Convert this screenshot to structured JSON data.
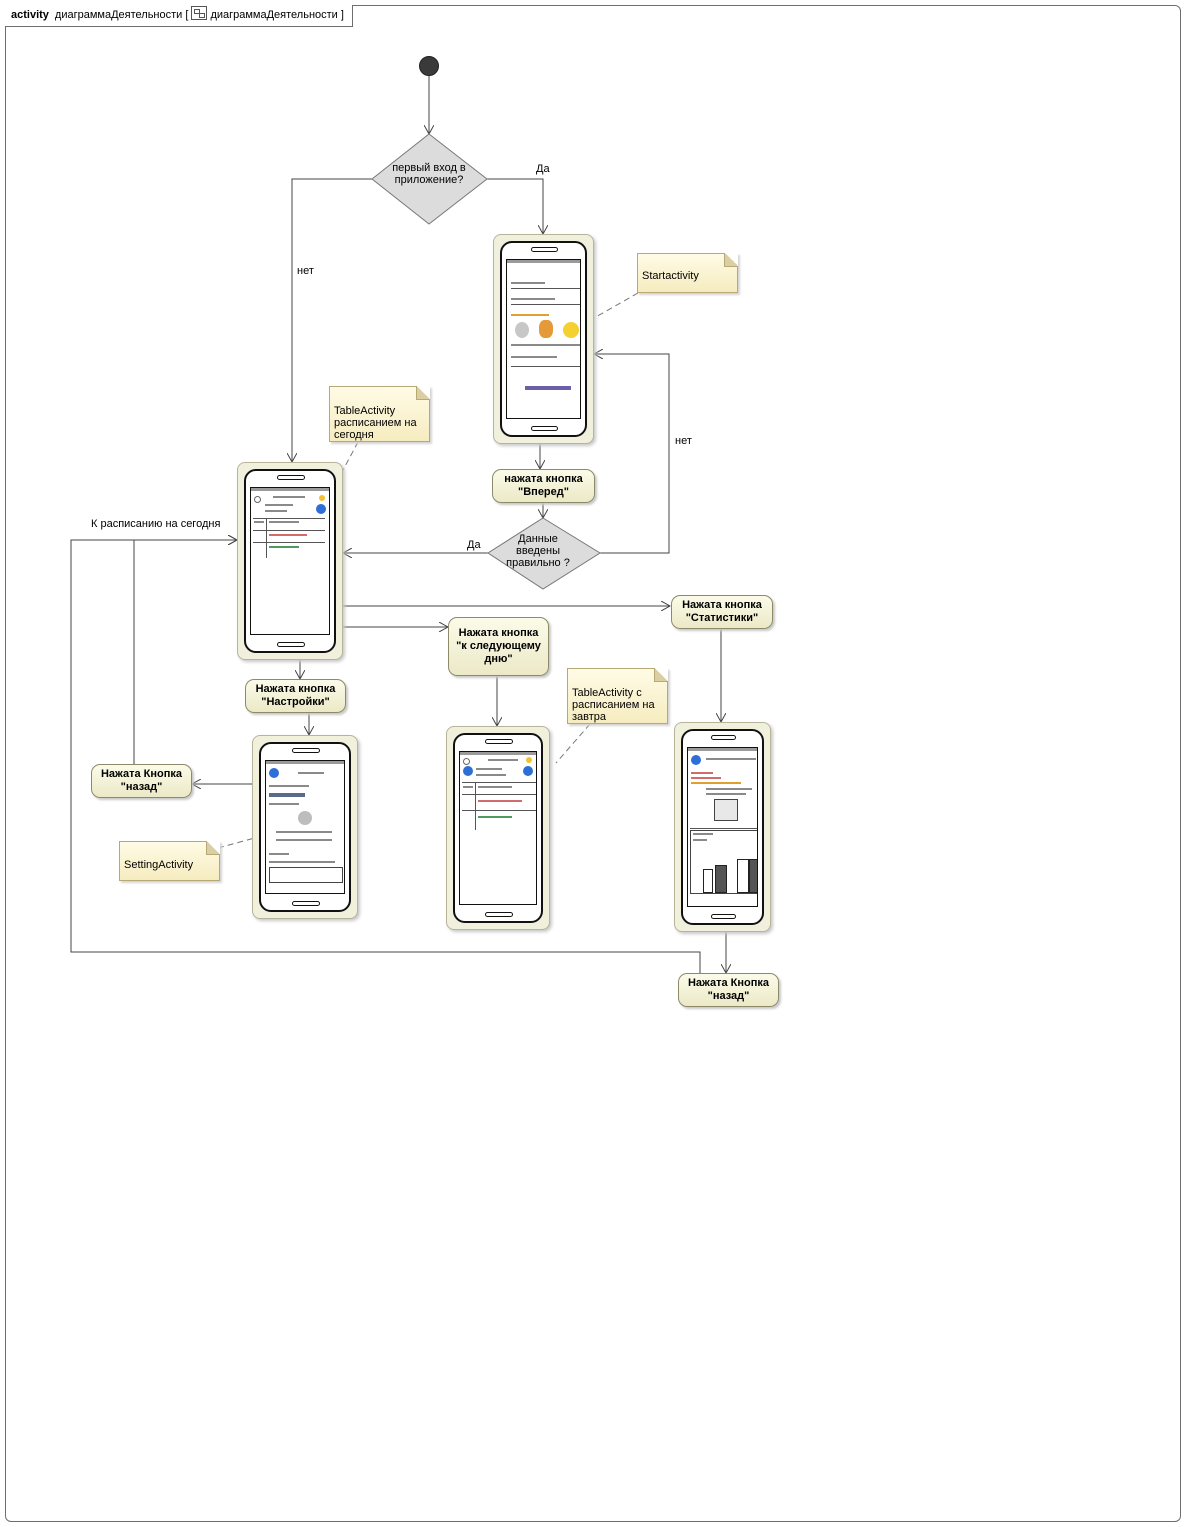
{
  "frame": {
    "keyword": "activity",
    "name": "диаграммаДеятельности",
    "bracket_open": "[",
    "diagram_name": "диаграммаДеятельности",
    "bracket_close": "]"
  },
  "decisions": {
    "first_entry": "первый вход в приложение?",
    "data_correct": "Данные введены правильно ?"
  },
  "actions": {
    "forward": "нажата кнопка \"Вперед\"",
    "next_day": "Нажата кнопка \"к следующему дню\"",
    "statistics": "Нажата кнопка \"Статистики\"",
    "settings": "Нажата кнопка \"Настройки\"",
    "back_left": "Нажата Кнопка \"назад\"",
    "back_right": "Нажата Кнопка \"назад\""
  },
  "notes": {
    "start": "Startactivity",
    "table_today": "TableActivity расписанием на сегодня",
    "table_tomorrow": "TableActivity с расписанием на завтра",
    "settings": "SettingActivity"
  },
  "edge_labels": {
    "yes_first": "Да",
    "no_first": "нет",
    "no_data": "нет",
    "yes_data": "Да",
    "to_today": "К расписанию на сегодня"
  },
  "screenshots": {
    "start": "start-activity-screenshot",
    "today": "table-today-screenshot",
    "settings": "settings-screenshot",
    "tomorrow": "table-tomorrow-screenshot",
    "stats": "statistics-screenshot"
  },
  "colors": {
    "action_fill": "#ece9c7",
    "note_fill": "#fdf6d4",
    "decision_fill": "#dcdcdc",
    "line": "#444444",
    "initial": "#3a3a3a"
  }
}
